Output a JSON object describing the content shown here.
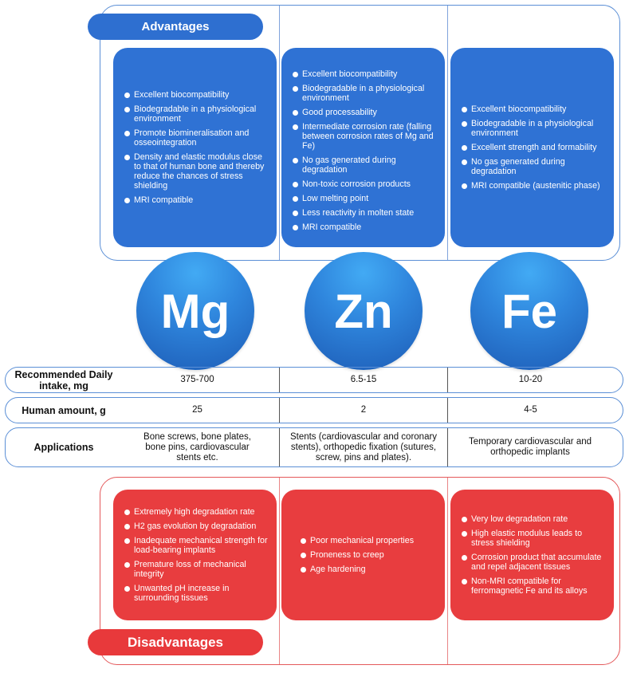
{
  "advantages": {
    "label": "Advantages",
    "mg": [
      "Excellent biocompatibility",
      "Biodegradable in a physiological environment",
      "Promote biomineralisation and osseointegration",
      "Density and elastic modulus close to that of human bone and thereby reduce the chances of stress shielding",
      "MRI compatible"
    ],
    "zn": [
      "Excellent biocompatibility",
      "Biodegradable in a physiological environment",
      "Good processability",
      "Intermediate corrosion rate (falling between corrosion rates of Mg and Fe)",
      "No gas generated during degradation",
      "Non-toxic corrosion products",
      "Low melting point",
      "Less reactivity in molten state",
      "MRI compatible"
    ],
    "fe": [
      "Excellent biocompatibility",
      "Biodegradable in a physiological environment",
      "Excellent strength and formability",
      "No gas generated during degradation",
      "MRI compatible (austenitic phase)"
    ]
  },
  "elements": {
    "mg": "Mg",
    "zn": "Zn",
    "fe": "Fe"
  },
  "table": {
    "intake": {
      "label": "Recommended Daily intake, mg",
      "mg": "375-700",
      "zn": "6.5-15",
      "fe": "10-20"
    },
    "amount": {
      "label": "Human amount, g",
      "mg": "25",
      "zn": "2",
      "fe": "4-5"
    },
    "applications": {
      "label": "Applications",
      "mg": "Bone screws, bone plates, bone pins, cardiovascular stents etc.",
      "zn": "Stents (cardiovascular and coronary stents), orthopedic fixation (sutures, screw, pins and plates).",
      "fe": "Temporary cardiovascular and orthopedic implants"
    }
  },
  "disadvantages": {
    "label": "Disadvantages",
    "mg": [
      "Extremely high degradation rate",
      "H2 gas evolution by degradation",
      "Inadequate mechanical strength for load-bearing implants",
      "Premature loss of mechanical integrity",
      "Unwanted pH increase in surrounding tissues"
    ],
    "zn": [
      "Poor mechanical properties",
      "Proneness to creep",
      "Age hardening"
    ],
    "fe": [
      "Very low degradation rate",
      "High elastic modulus leads to stress shielding",
      "Corrosion product that accumulate and repel adjacent tissues",
      "Non-MRI compatible for ferromagnetic Fe and its alloys"
    ]
  },
  "colors": {
    "advantage_blue": "#2f72d4",
    "disadvantage_red": "#e83d3f",
    "frame_blue": "#5b8fd6",
    "frame_red": "#e4595b"
  }
}
